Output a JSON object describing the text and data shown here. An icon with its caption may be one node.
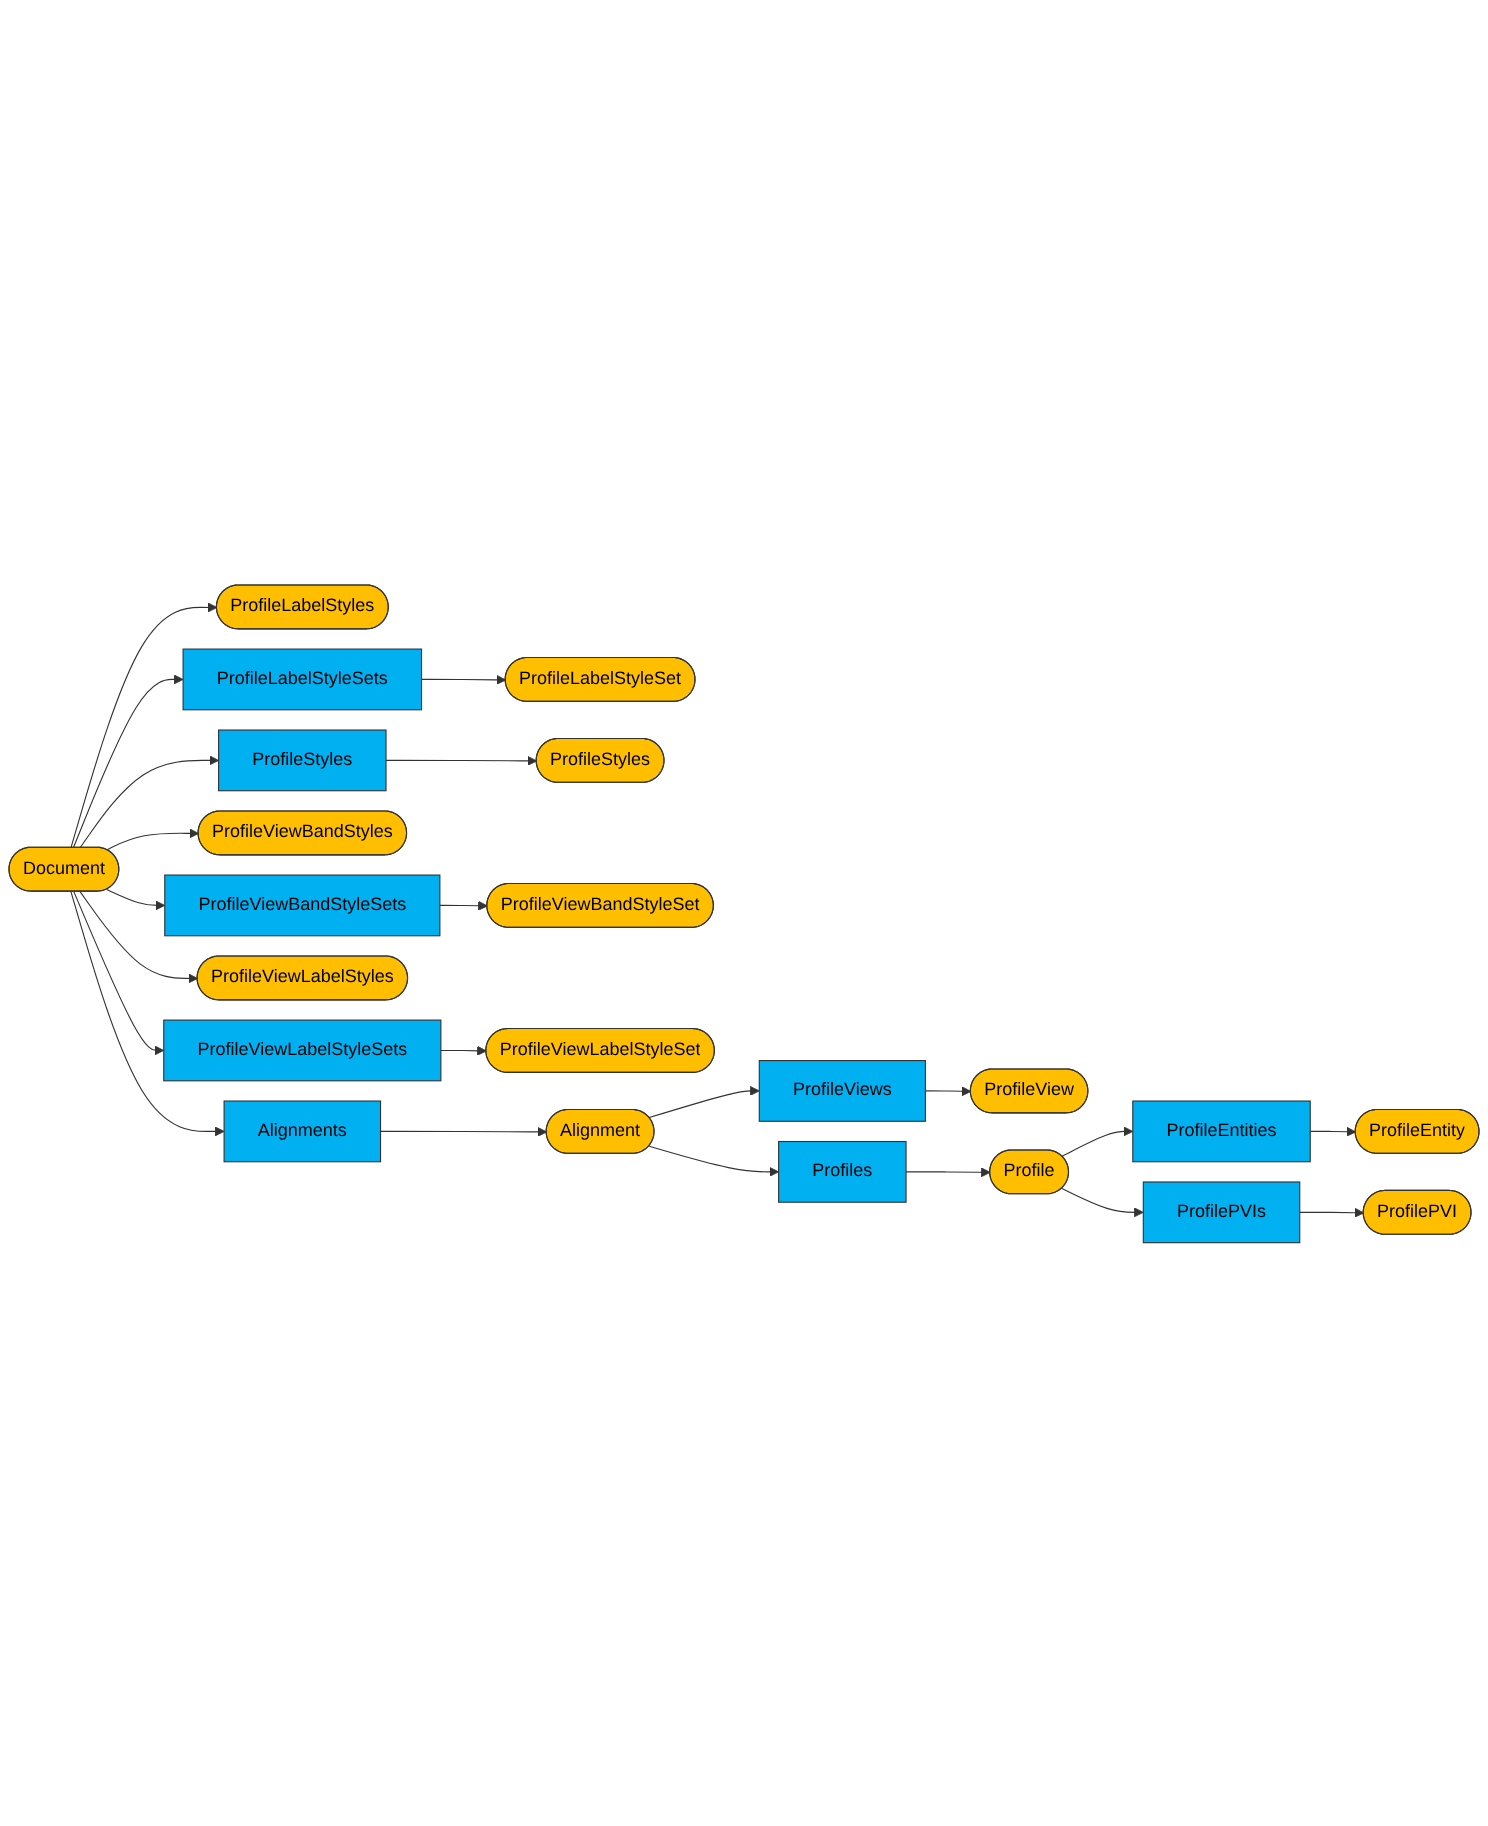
{
  "diagram": {
    "nodes": [
      {
        "text": [
          "Document"
        ]
      },
      {
        "text": [
          "ProfileLabelStyles"
        ]
      },
      {
        "text": [
          "ProfileLabelStyleSets"
        ]
      },
      {
        "text": [
          "ProfileLabelStyleSet"
        ]
      },
      {
        "text": [
          "ProfileStyles"
        ]
      },
      {
        "text": [
          "ProfileStyles"
        ]
      },
      {
        "text": [
          "ProfileViewBandStyles"
        ]
      },
      {
        "text": [
          "ProfileViewBandStyleSets"
        ]
      },
      {
        "text": [
          "ProfileViewBandStyleSet"
        ]
      },
      {
        "text": [
          "ProfileViewLabelStyles"
        ]
      },
      {
        "text": [
          "ProfileViewLabelStyleSets"
        ]
      },
      {
        "text": [
          "ProfileViewLabelStyleSet"
        ]
      },
      {
        "text": [
          "Alignments"
        ]
      },
      {
        "text": [
          "Alignment"
        ]
      },
      {
        "text": [
          "ProfileViews"
        ]
      },
      {
        "text": [
          "Profiles"
        ]
      },
      {
        "text": [
          "ProfileView"
        ]
      },
      {
        "text": [
          "Profile"
        ]
      },
      {
        "text": [
          "ProfileEntities"
        ]
      },
      {
        "text": [
          "ProfileEntity"
        ]
      },
      {
        "text": [
          "ProfilePVIs"
        ]
      },
      {
        "text": [
          "ProfilePVI"
        ]
      }
    ],
    "edges": [
      {
        "from": 0,
        "to": 1,
        "arrow": "to"
      },
      {
        "from": 0,
        "to": 2,
        "arrow": "to"
      },
      {
        "from": 0,
        "to": 4,
        "arrow": "to"
      },
      {
        "from": 0,
        "to": 6,
        "arrow": "to"
      },
      {
        "from": 0,
        "to": 7,
        "arrow": "to"
      },
      {
        "from": 0,
        "to": 9,
        "arrow": "to"
      },
      {
        "from": 0,
        "to": 10,
        "arrow": "to"
      },
      {
        "from": 0,
        "to": 12,
        "arrow": "to"
      },
      {
        "from": 2,
        "to": 3,
        "arrow": "to"
      },
      {
        "from": 4,
        "to": 5,
        "arrow": "to"
      },
      {
        "from": 7,
        "to": 8,
        "arrow": "to"
      },
      {
        "from": 10,
        "to": 11,
        "arrow": "to"
      },
      {
        "from": 12,
        "to": 13,
        "arrow": "to"
      },
      {
        "from": 13,
        "to": 14,
        "arrow": "to"
      },
      {
        "from": 13,
        "to": 15,
        "arrow": "to"
      },
      {
        "from": 14,
        "to": 16,
        "arrow": "to"
      },
      {
        "from": 15,
        "to": 17,
        "arrow": "to"
      },
      {
        "from": 17,
        "to": 18,
        "arrow": "to"
      },
      {
        "from": 17,
        "to": 20,
        "arrow": "to"
      },
      {
        "from": 18,
        "to": 19,
        "arrow": "to"
      },
      {
        "from": 20,
        "to": 21,
        "arrow": "to"
      }
    ]
  }
}
